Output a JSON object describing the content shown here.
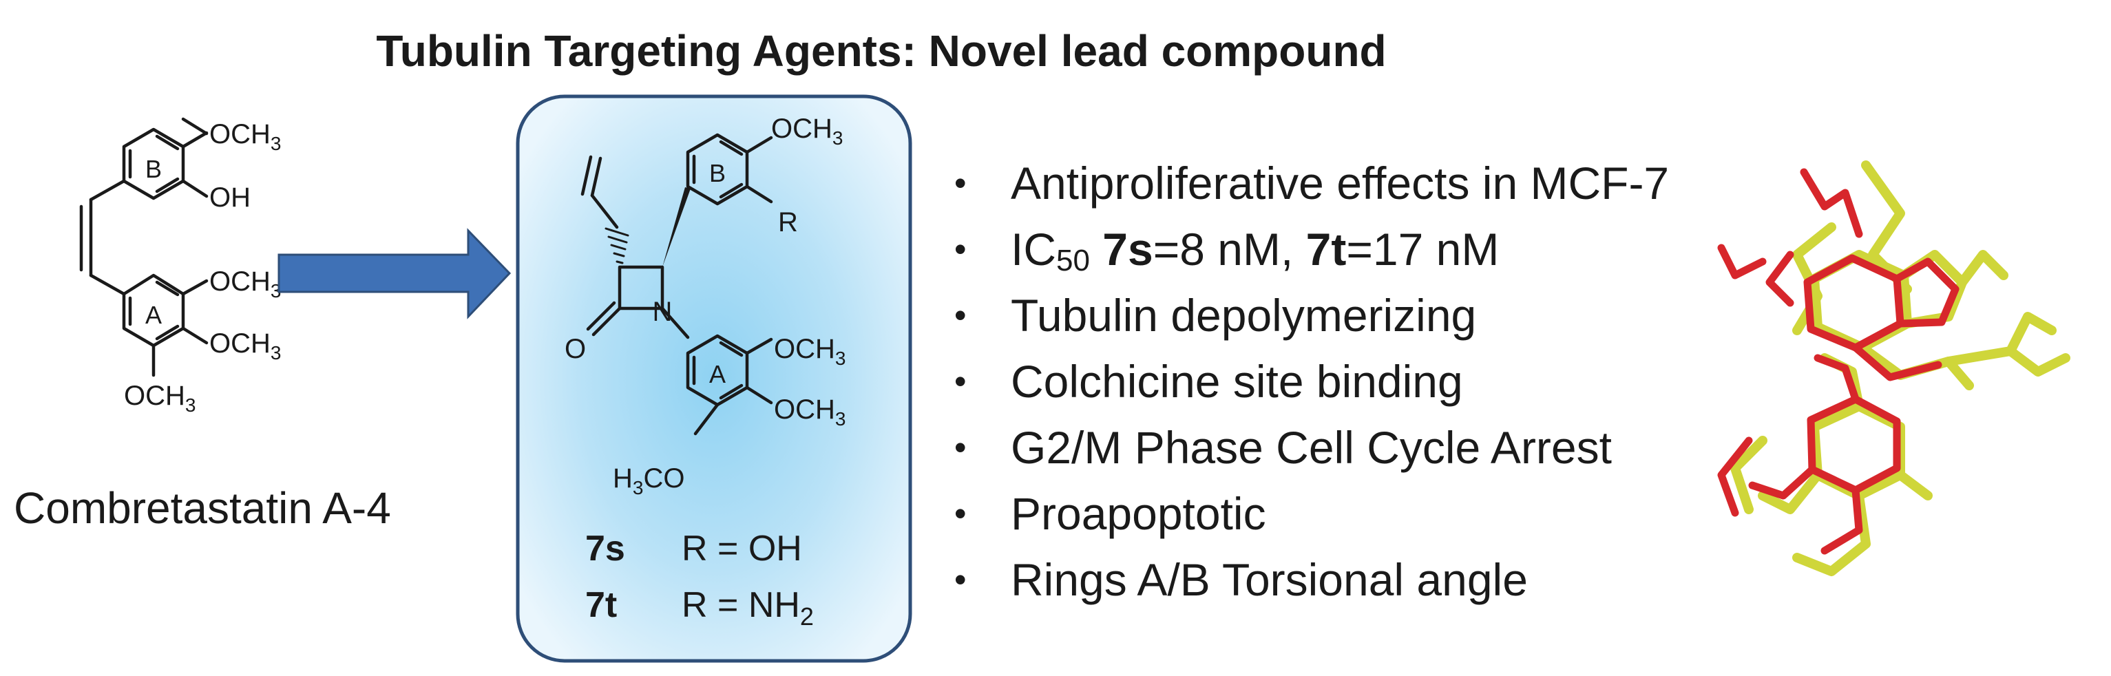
{
  "title": "Tubulin Targeting Agents: Novel lead compound",
  "colors": {
    "panel_fill_center": "#8fd2f2",
    "panel_fill_edge": "#eaf6fd",
    "panel_border": "#2e4e78",
    "arrow_fill": "#3f71b6",
    "arrow_border": "#2e4e78",
    "model_red": "#d7262b",
    "model_yellow": "#cfd63a"
  },
  "combretastatin": {
    "name": "Combretastatin A-4",
    "ring_b": "B",
    "ring_a": "A",
    "och3_top": "OCH",
    "oh": "OH",
    "och3_1": "OCH",
    "och3_2": "OCH",
    "och3_3": "OCH",
    "sub3": "3"
  },
  "arrow": {
    "icon": "right-arrow-icon"
  },
  "lead": {
    "och3_top": "OCH",
    "ring_b": "B",
    "r": "R",
    "n": "N",
    "o": "O",
    "ring_a": "A",
    "och3_a1": "OCH",
    "och3_a2": "OCH",
    "h3co_h": "H",
    "h3co_rest": "CO",
    "sub3": "3",
    "c7s_id": "7s",
    "c7s_eq": "R = OH",
    "c7t_id": "7t",
    "c7t_eq": "R = NH",
    "sub2": "2"
  },
  "bullets": {
    "bullet": "•",
    "b1": "Antiproliferative effects in MCF-7",
    "b2_ic": "IC",
    "b2_sub": "50",
    "b2_c1": "7s",
    "b2_v1": "=8 nM, ",
    "b2_c2": "7t",
    "b2_v2": "=17 nM",
    "b3": "Tubulin depolymerizing",
    "b4": "Colchicine site binding",
    "b5": "G2/M Phase Cell Cycle Arrest",
    "b6": "Proapoptotic",
    "b7": "Rings A/B Torsional angle"
  },
  "model": {
    "icon": "superimposed-3d-structures-icon"
  }
}
